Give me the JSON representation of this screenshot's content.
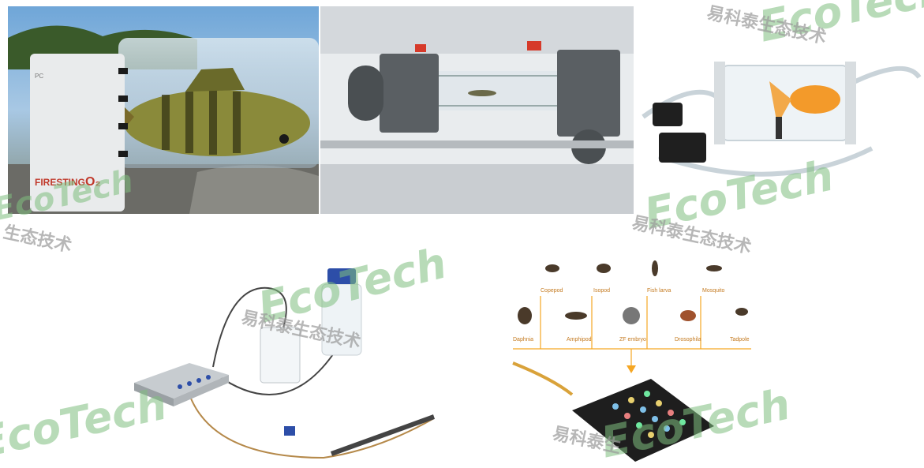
{
  "panel1": {
    "brand": "FIRESTING",
    "brand_suffix": "O₂",
    "port_label": "PC"
  },
  "panel2": {},
  "panel3": {},
  "panel4": {},
  "panel5": {
    "organisms_top": [
      "Copepod",
      "Isopod",
      "Fish larva",
      "Mosquito"
    ],
    "organisms_bottom": [
      "Daphnia",
      "Amphipod",
      "ZF embryo",
      "Drosophila",
      "Tadpole"
    ]
  },
  "watermark": {
    "logo": "EcoTech",
    "cn": "易科泰生态技术",
    "cn_short": "生态技术",
    "cn_partial": "易科泰生"
  },
  "colors": {
    "accent": "#f5a623",
    "wm_green": "#7fbf7f"
  }
}
